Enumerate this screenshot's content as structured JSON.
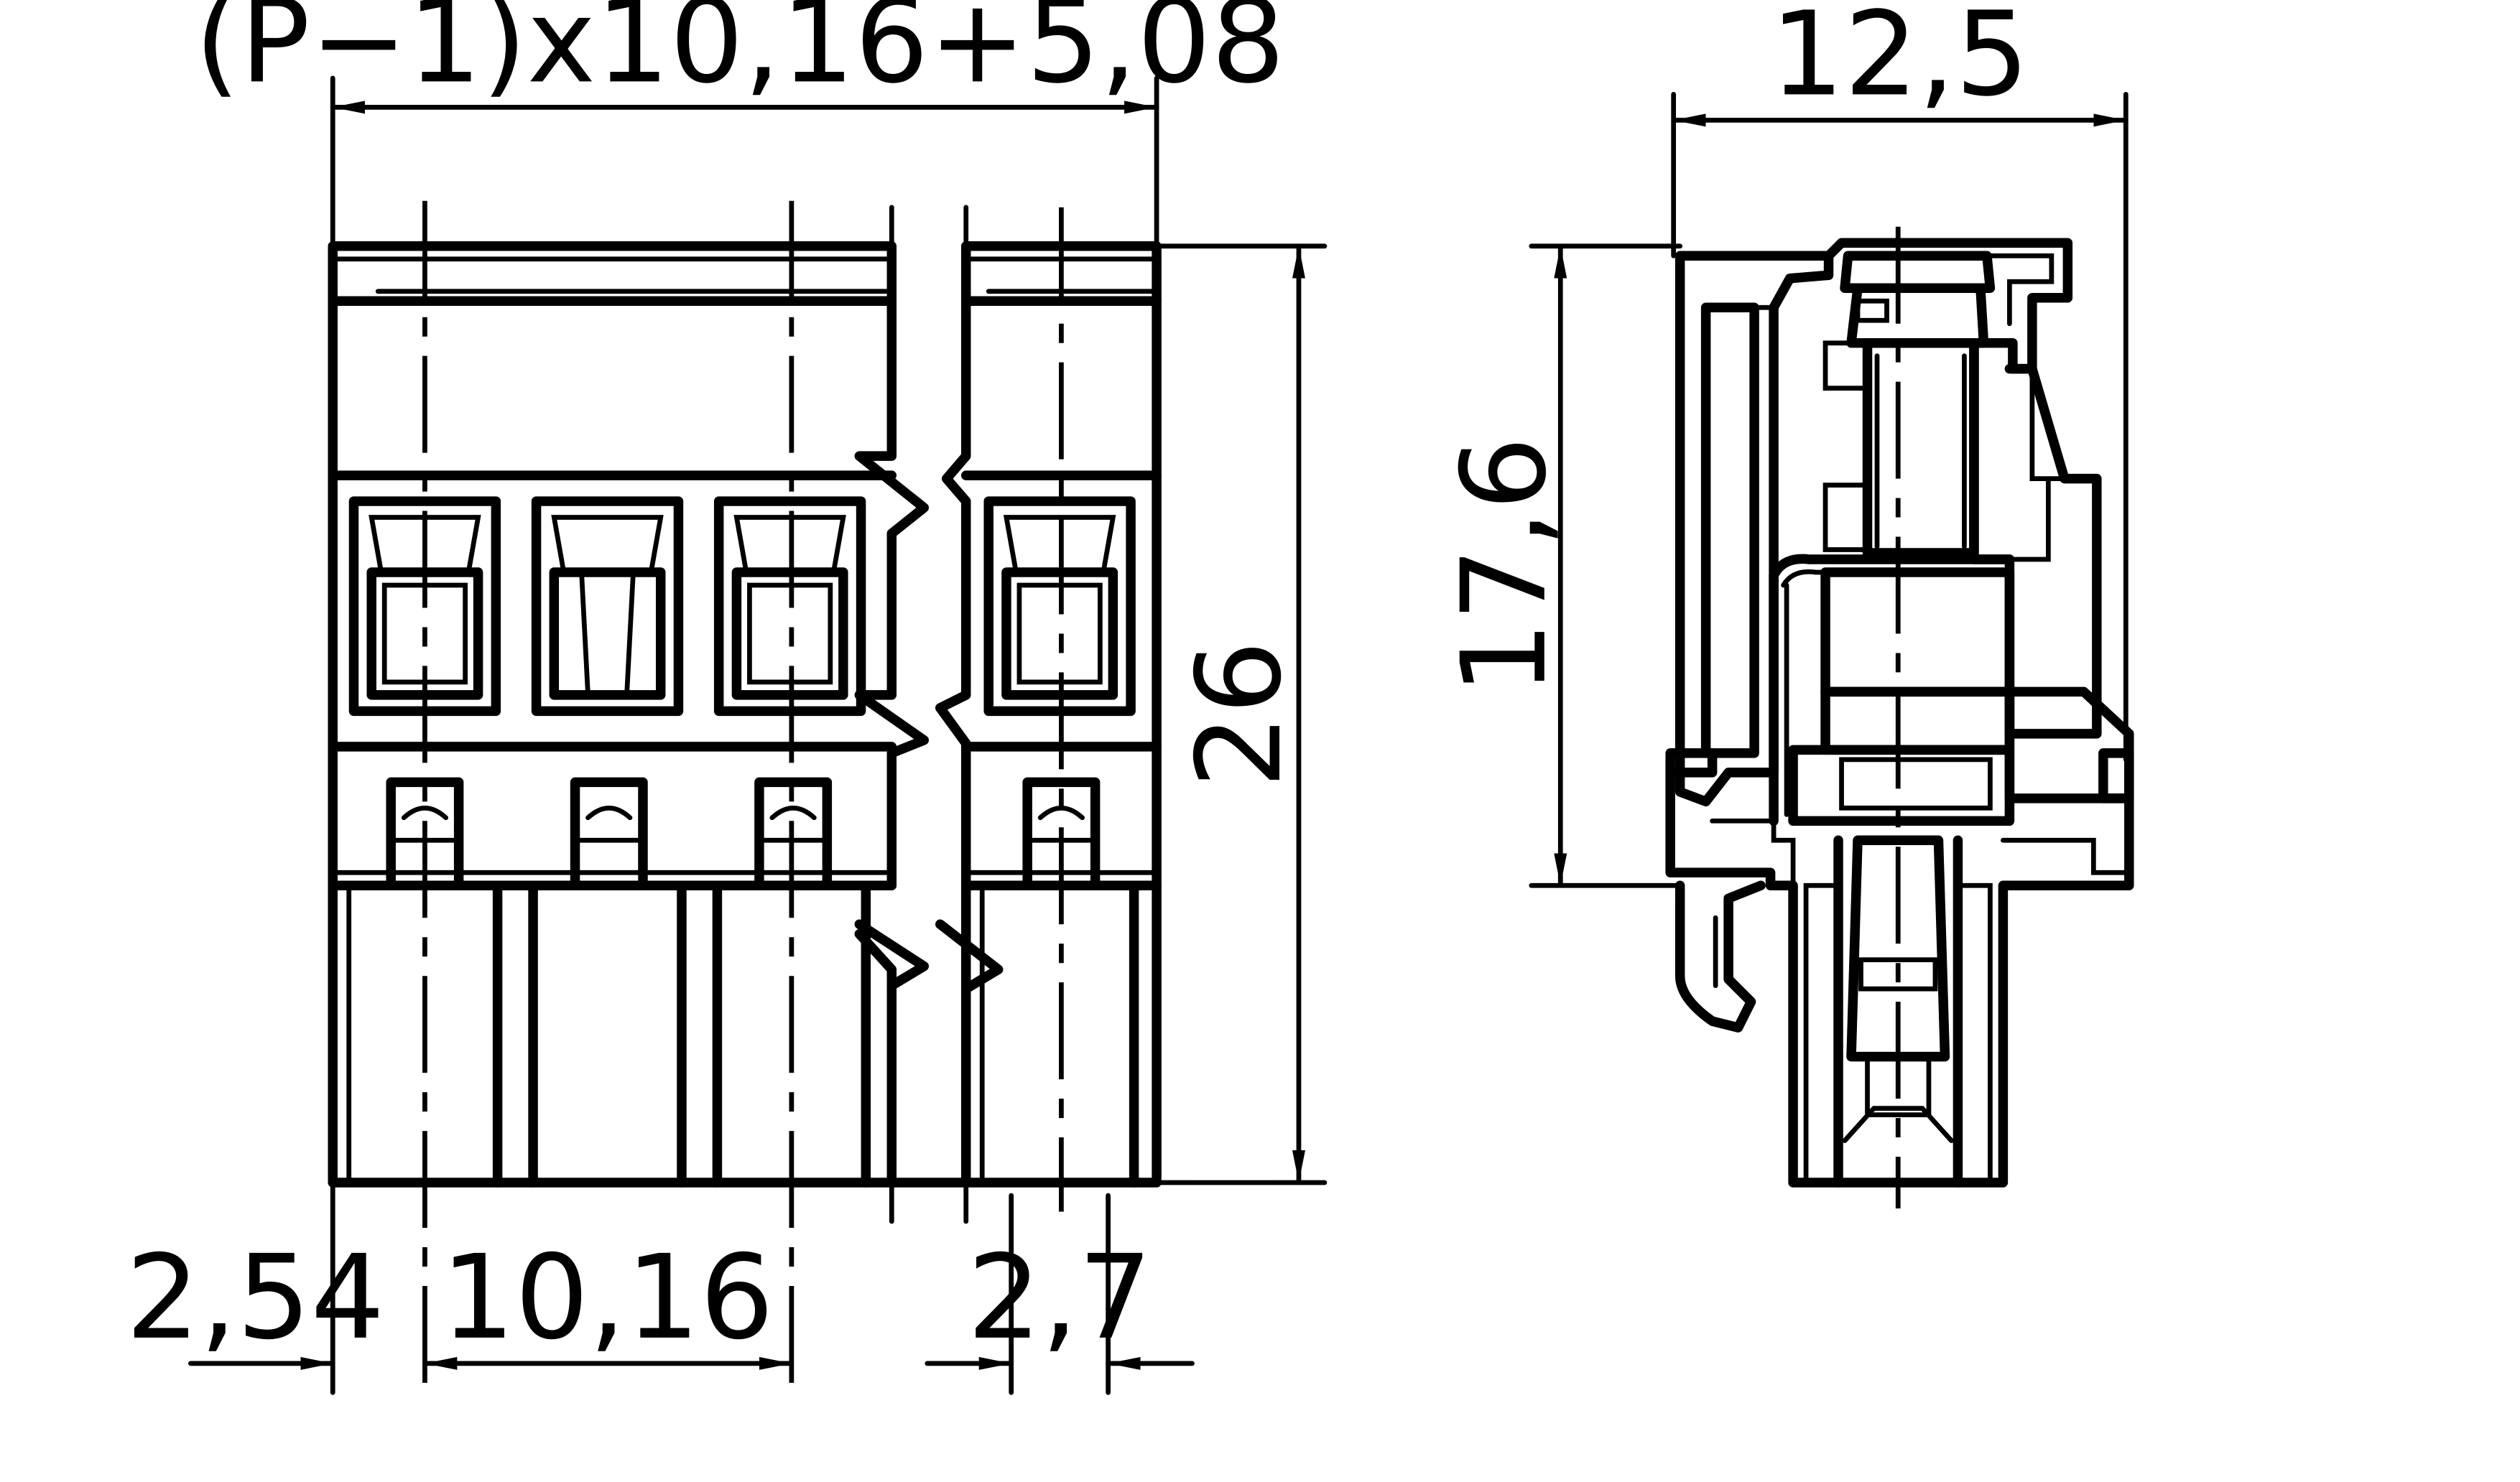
{
  "dimensions": {
    "overall_width": "(P−1)x10,16+5,08",
    "height_front": "26",
    "width_side": "12,5",
    "height_side": "17,6",
    "pitch": "10,16",
    "edge_offset": "2,54",
    "last_offset": "2,7"
  }
}
